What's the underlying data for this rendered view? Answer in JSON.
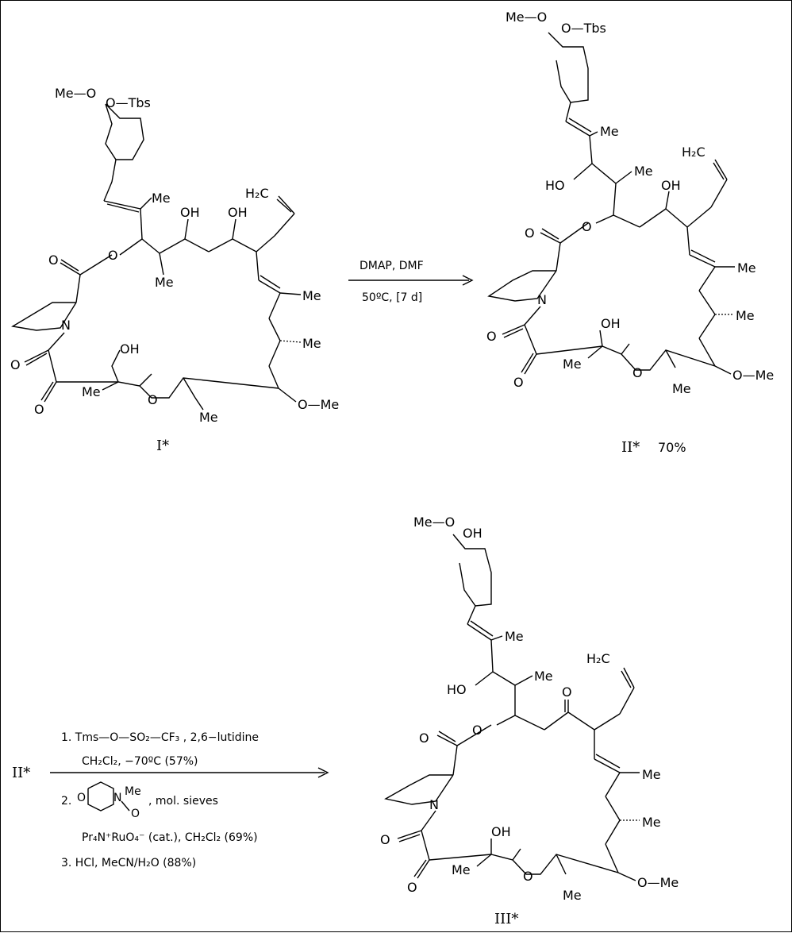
{
  "compounds": {
    "c1_label": "I*",
    "c2_label": "II*",
    "c2_yield": "70%",
    "c3_label": "III*",
    "start_label": "II*"
  },
  "atoms": {
    "me": "Me",
    "o": "O",
    "otbs": "O—Tbs",
    "meo": "Me—O",
    "ome": "O—Me",
    "oh": "OH",
    "ho": "HO",
    "n": "N",
    "h2c": "H₂C"
  },
  "step1": {
    "reagents_top": "DMAP,     DMF",
    "reagents_bottom": "50ºC,  [7 d]"
  },
  "step2": {
    "line1": "1. Tms—O—SO₂—CF₃  , 2,6−lutidine",
    "line2": "CH₂Cl₂,   −70ºC  (57%)",
    "line3_prefix": "2.",
    "line3_suffix": ", mol. sieves",
    "morph_me": "Me",
    "morph_o": "O",
    "morph_n": "N",
    "morph_oxide": "O",
    "line4": "Pr₄N⁺RuO₄⁻  (cat.), CH₂Cl₂   (69%)",
    "line5": "3. HCl, MeCN/H₂O   (88%)"
  }
}
